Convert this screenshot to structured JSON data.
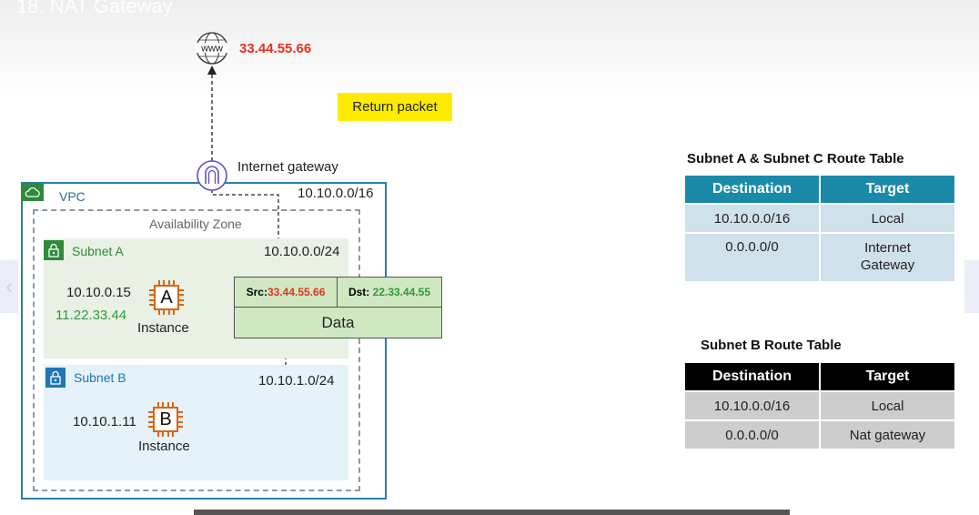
{
  "slide": {
    "title": "18. NAT Gateway"
  },
  "internet": {
    "ip": "33.44.55.66",
    "icon": "www-globe-icon",
    "icon_label": "www"
  },
  "return_packet": {
    "label": "Return packet"
  },
  "igw": {
    "label": "Internet gateway"
  },
  "vpc": {
    "label": "VPC",
    "cidr": "10.10.0.0/16"
  },
  "az": {
    "label": "Availability Zone"
  },
  "subnet_a": {
    "label": "Subnet A",
    "cidr": "10.10.0.0/24",
    "instance": {
      "letter": "A",
      "private_ip": "10.10.0.15",
      "public_ip": "11.22.33.44",
      "label": "Instance"
    }
  },
  "subnet_b": {
    "label": "Subnet B",
    "cidr": "10.10.1.0/24",
    "instance": {
      "letter": "B",
      "private_ip": "10.10.1.11",
      "label": "Instance"
    }
  },
  "packet": {
    "src_label": "Src:",
    "src_ip": "33.44.55.66",
    "dst_label": "Dst:",
    "dst_ip": "22.33.44.55",
    "data_label": "Data"
  },
  "route_table_ac": {
    "title": "Subnet A & Subnet C Route Table",
    "headers": [
      "Destination",
      "Target"
    ],
    "rows": [
      [
        "10.10.0.0/16",
        "Local"
      ],
      [
        "0.0.0.0/0",
        "Internet Gateway"
      ]
    ]
  },
  "route_table_b": {
    "title": "Subnet B Route Table",
    "headers": [
      "Destination",
      "Target"
    ],
    "rows": [
      [
        "10.10.0.0/16",
        "Local"
      ],
      [
        "0.0.0.0/0",
        "Nat gateway"
      ]
    ]
  },
  "colors": {
    "red_ip": "#e8311f",
    "green_ip": "#2e9b3f",
    "vpc_border": "#2b7fa6",
    "subnet_a_icon": "#2e8b3a",
    "subnet_b_icon": "#1f77b4",
    "igw": "#5b4fc9",
    "chip": "#d86613"
  }
}
